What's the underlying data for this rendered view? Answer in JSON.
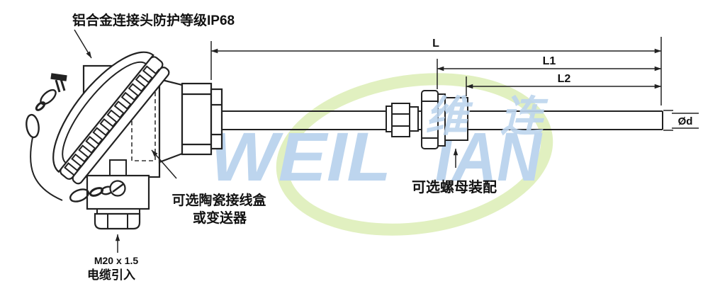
{
  "diagram": {
    "title_note": "thermocouple with aluminium connection head - dimensional drawing",
    "labels": {
      "head_protection": "铝合金连接头防护等级IP68",
      "terminal_line1": "可选陶瓷接线盒",
      "terminal_line2": "或变送器",
      "nut": "可选螺母装配",
      "gland_thread": "M20 x 1.5",
      "gland": "电缆引入"
    },
    "dimensions": {
      "overall": "L",
      "insertion1": "L1",
      "insertion2": "L2",
      "diameter": "Ød"
    },
    "watermark": {
      "brand": "WEILIAN",
      "part1": "WEIL",
      "part2": "IAN",
      "cjk1": "维",
      "cjk2": "连",
      "blue": "#bdd5ee",
      "green": "#e1f0c0"
    },
    "colors": {
      "line": "#222222",
      "text": "#111111",
      "background": "#ffffff"
    }
  }
}
